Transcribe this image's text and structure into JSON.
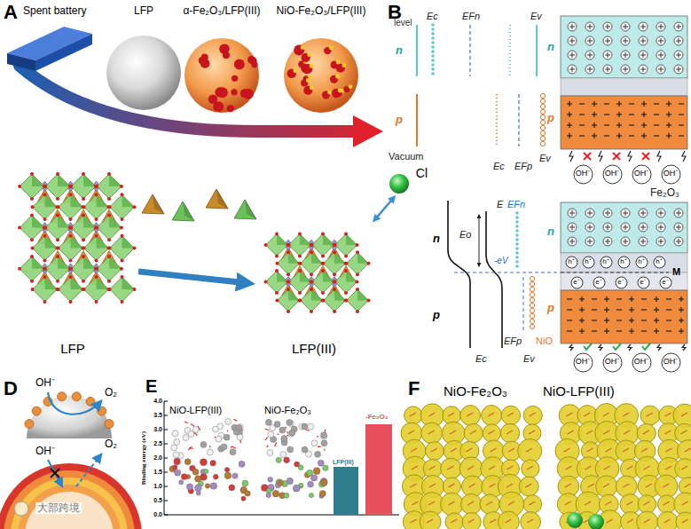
{
  "diagram": {
    "nodes": [
      {
        "text": [
          "LFP"
        ]
      },
      {
        "text": [
          "LFP(III)"
        ]
      },
      {
        "text": [
          "Cl"
        ]
      },
      {
        "text": [
          "OH⁻"
        ]
      },
      {
        "text": [
          "OH⁻"
        ]
      },
      {
        "text": [
          "OH⁻"
        ]
      },
      {
        "text": [
          "OH⁻"
        ]
      },
      {
        "text": [
          "h⁺"
        ]
      },
      {
        "text": [
          "h⁺"
        ]
      },
      {
        "text": [
          "h⁺"
        ]
      },
      {
        "text": [
          "h⁺"
        ]
      },
      {
        "text": [
          "h⁺"
        ]
      },
      {
        "text": [
          "h⁺"
        ]
      },
      {
        "text": [
          "e⁻"
        ]
      },
      {
        "text": [
          "e⁻"
        ]
      },
      {
        "text": [
          "e⁻"
        ]
      },
      {
        "text": [
          "e⁻"
        ]
      },
      {
        "text": [
          "e⁻"
        ]
      },
      {
        "text": [
          "OH⁻"
        ]
      },
      {
        "text": [
          "OH⁻"
        ]
      },
      {
        "text": [
          "OH⁻"
        ]
      },
      {
        "text": [
          "OH⁻"
        ]
      }
    ],
    "edges": [
      {
        "from": 0,
        "to": 1,
        "arrow": "to"
      },
      {
        "from": 1,
        "to": 2,
        "arrow": "both"
      }
    ],
    "labels": [
      "A",
      "Spent battery",
      "LFP",
      "α-Fe₂O₃/LFP(III)",
      "NiO-Fe₂O₃/LFP(III)",
      "B",
      "level",
      "n",
      "Ec",
      "EFn",
      "Ev",
      "p",
      "Vacuum",
      "Ec",
      "EFp",
      "Ev",
      "n",
      "p",
      "Fe₂O₃",
      "n",
      "E",
      "EFn",
      "Eo",
      "-eV",
      "p",
      "Ec",
      "EFp",
      "NiO",
      "Ev",
      "n",
      "M",
      "p",
      "D",
      "OH⁻",
      "O₂",
      "OH⁻",
      "O₂",
      "E",
      "NiO-LFP(III)",
      "NiO-Fe₂O₃",
      "Binding energy (eV)",
      "0.0",
      "0.5",
      "1.0",
      "1.5",
      "2.0",
      "2.5",
      "3.0",
      "3.5",
      "4.0",
      "LFP(III)",
      "-Fe₂O₃",
      "F",
      "NiO-Fe₂O₃",
      "NiO-LFP(III)",
      "大部跨境"
    ]
  }
}
